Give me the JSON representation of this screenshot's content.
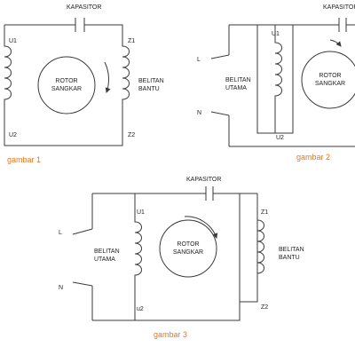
{
  "colors": {
    "wire": "#3a3a3a",
    "caption": "#e8761e",
    "text": "#222222"
  },
  "labels": {
    "capacitor": "KAPASITOR",
    "rotor_line1": "ROTOR",
    "rotor_line2": "SANGKAR",
    "main_winding_line1": "BELITAN",
    "main_winding_line2": "UTAMA",
    "aux_winding_line1": "BELITAN",
    "aux_winding_line2": "BANTU",
    "u1": "U1",
    "u2": "U2",
    "u2_lower": "u2",
    "z1": "Z1",
    "z2": "Z2",
    "l": "L",
    "n": "N"
  },
  "captions": {
    "fig1": "gambar 1",
    "fig2": "gambar 2",
    "fig3": "gambar 3"
  }
}
